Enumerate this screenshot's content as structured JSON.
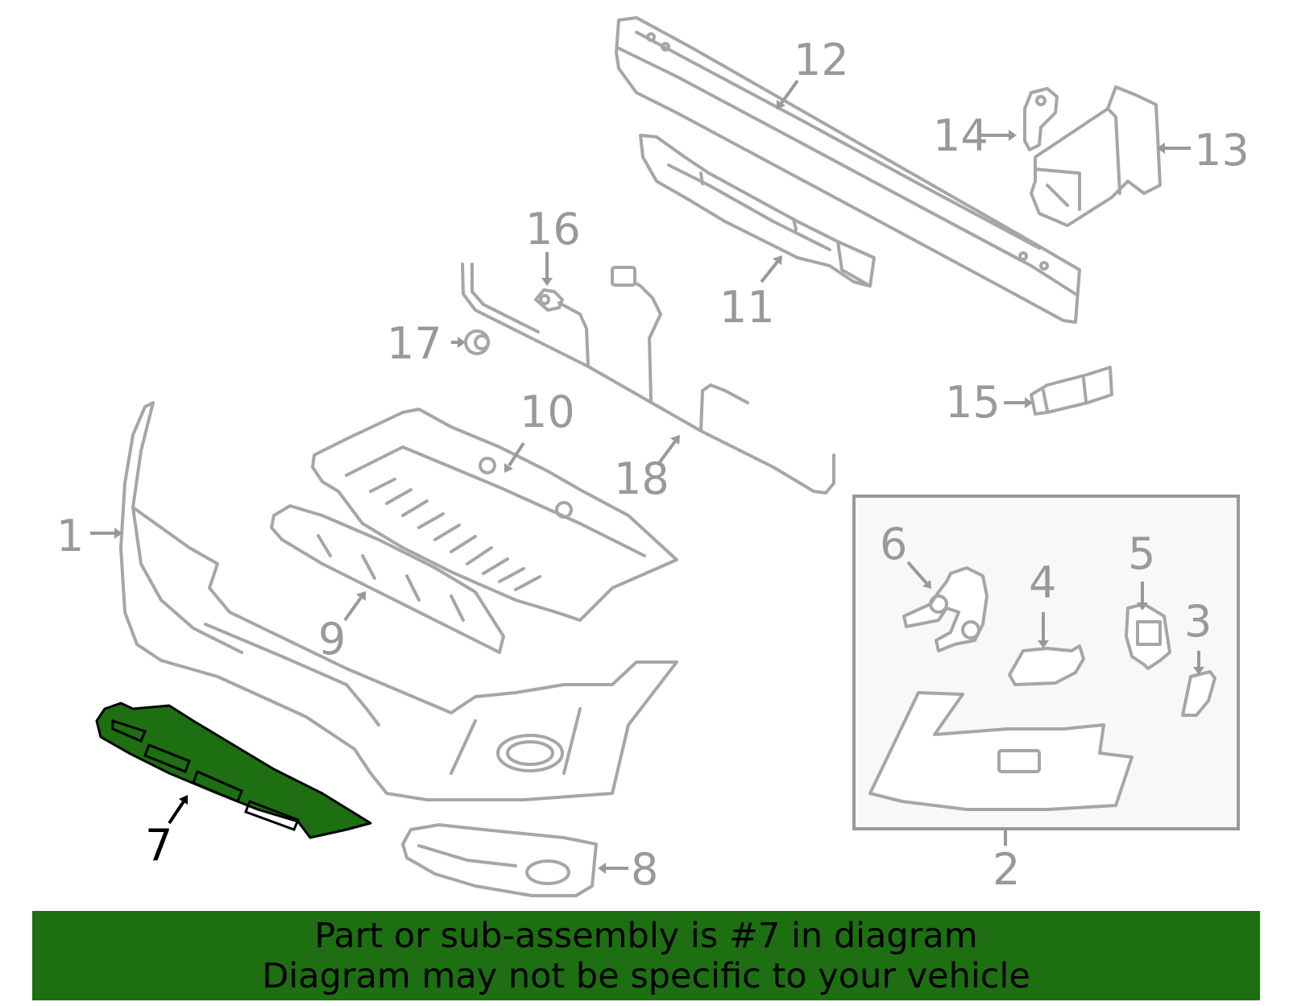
{
  "colors": {
    "highlight": "#1d6f12",
    "part_outline": "#a6a6a6",
    "callout_text": "#999999",
    "banner_background": "#1d6f12",
    "banner_text": "#000000"
  },
  "highlighted_part": "7",
  "callouts": {
    "c1": "1",
    "c2": "2",
    "c3": "3",
    "c4": "4",
    "c5": "5",
    "c6": "6",
    "c7": "7",
    "c8": "8",
    "c9": "9",
    "c10": "10",
    "c11": "11",
    "c12": "12",
    "c13": "13",
    "c14": "14",
    "c15": "15",
    "c16": "16",
    "c17": "17",
    "c18": "18"
  },
  "banner": {
    "line1": "Part or sub-assembly is #7 in diagram",
    "line2": "Diagram may not be specific to your vehicle"
  }
}
